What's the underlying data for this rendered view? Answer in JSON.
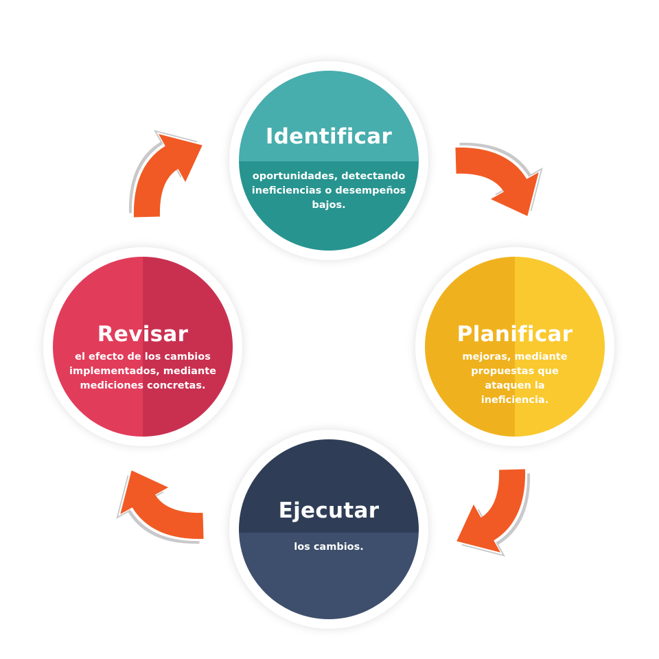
{
  "steps": [
    {
      "title": "Identificar",
      "text": "oportunidades, detectando ineficiencias o desempeños bajos.",
      "color_a": "#47adad",
      "color_b": "#27948f"
    },
    {
      "title": "Planificar",
      "text": "mejoras, mediante propuestas que ataquen la ineficiencia.",
      "color_a": "#efb21e",
      "color_b": "#f9c92f"
    },
    {
      "title": "Ejecutar",
      "text": "los cambios.",
      "color_a": "#2f3e56",
      "color_b": "#3d4f6c"
    },
    {
      "title": "Revisar",
      "text": "el efecto de los cambios implementados, mediante mediciones concretas.",
      "color_a": "#e23c5b",
      "color_b": "#c93050"
    }
  ],
  "arrow_color": "#f15a24",
  "arrow_shadow": "#c9c9cb"
}
